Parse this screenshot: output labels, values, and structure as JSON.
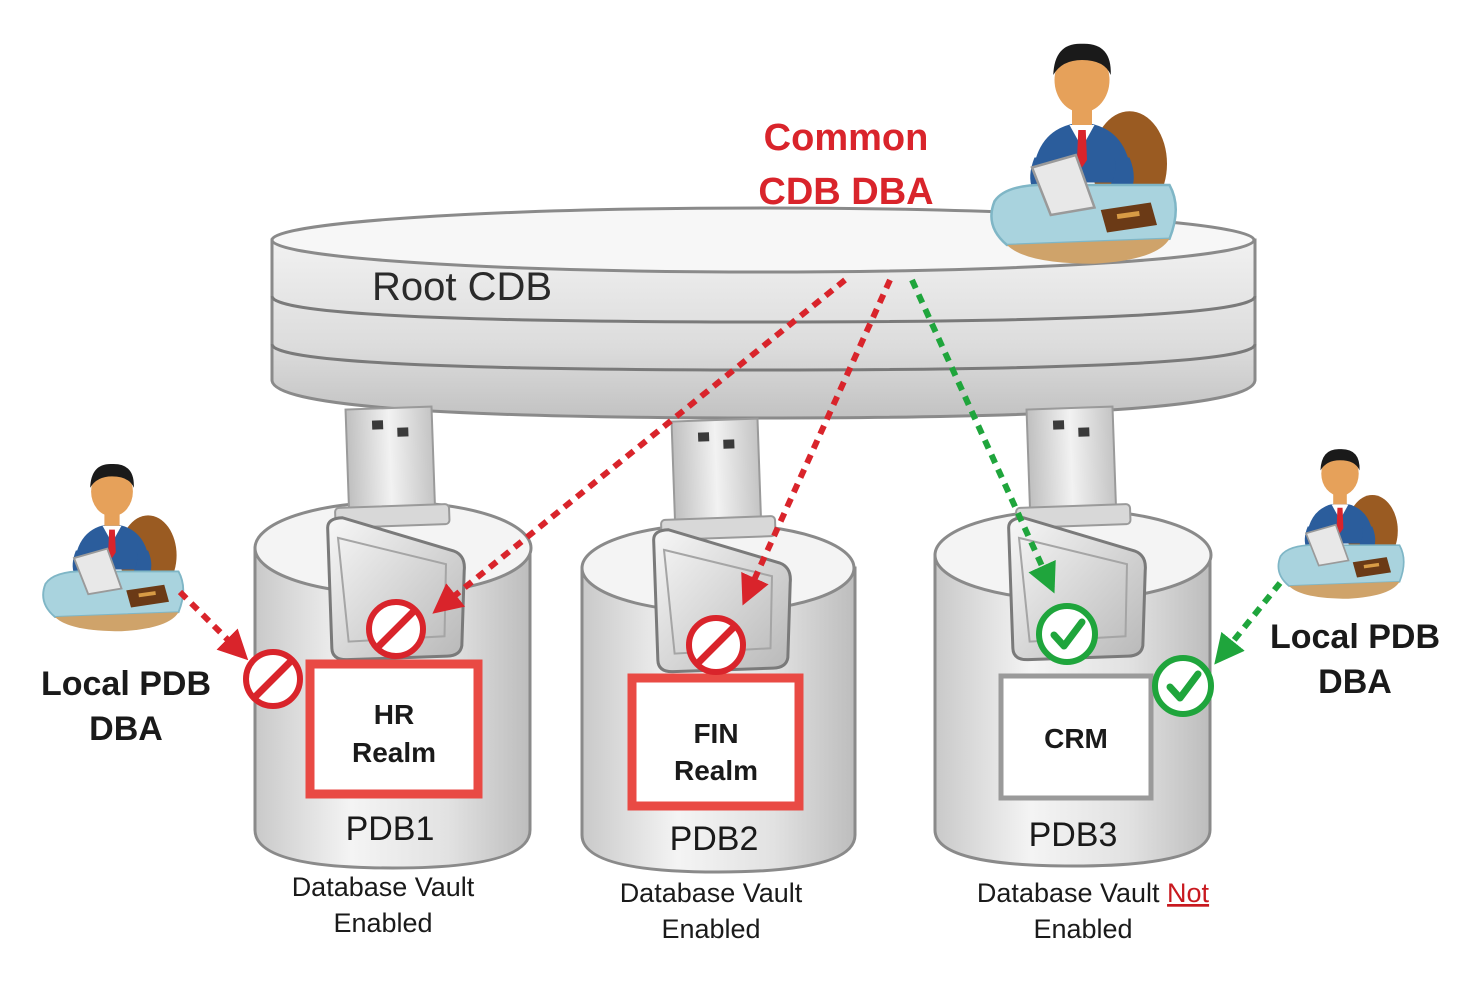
{
  "common_dba": {
    "line1": "Common",
    "line2": "CDB DBA"
  },
  "root_cdb": {
    "label": "Root CDB"
  },
  "local_dba_left": {
    "line1": "Local PDB",
    "line2": "DBA"
  },
  "local_dba_right": {
    "line1": "Local PDB",
    "line2": "DBA"
  },
  "pdbs": [
    {
      "name": "PDB1",
      "realm_line1": "HR",
      "realm_line2": "Realm",
      "status_line1": "Database Vault",
      "status_line2": "Enabled"
    },
    {
      "name": "PDB2",
      "realm_line1": "FIN",
      "realm_line2": "Realm",
      "status_line1": "Database Vault",
      "status_line2": "Enabled"
    },
    {
      "name": "PDB3",
      "realm_line1": "CRM",
      "status_line1_pre": "Database Vault ",
      "status_line1_emph": "Not",
      "status_line2": "Enabled"
    }
  ],
  "colors": {
    "blocked": "#d9242b",
    "allowed": "#1fa53c",
    "emphasis": "#c8191f",
    "realm_border": "#e94a44",
    "crm_border": "#9a9a9a",
    "suit": "#2b5d9c",
    "desk": "#a9d3de"
  },
  "icons": [
    "no-entry-icon",
    "checkmark-icon",
    "dba-person-icon",
    "usb-connector-icon"
  ]
}
